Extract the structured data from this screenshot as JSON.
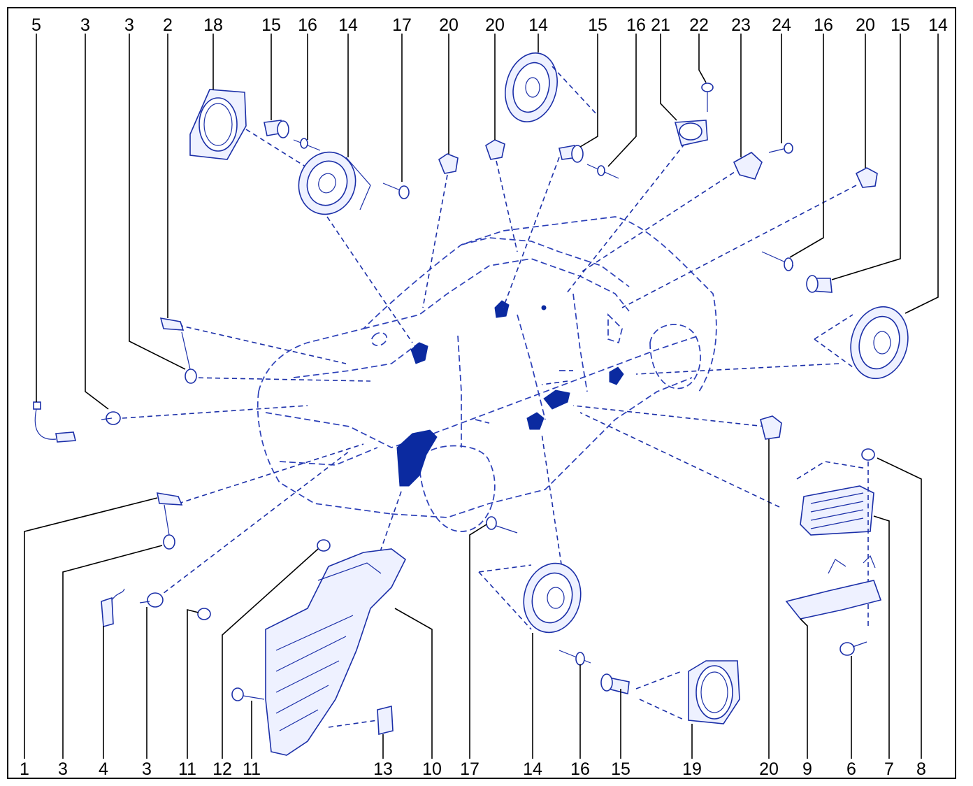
{
  "diagram": {
    "callouts_top": [
      "5",
      "3",
      "3",
      "2",
      "18",
      "15",
      "16",
      "14",
      "17",
      "20",
      "20",
      "14",
      "15",
      "16",
      "21",
      "22",
      "23",
      "24",
      "16",
      "20",
      "15",
      "14"
    ],
    "callouts_bottom": [
      "1",
      "3",
      "4",
      "3",
      "11",
      "12",
      "11",
      "13",
      "10",
      "17",
      "14",
      "16",
      "15",
      "19",
      "20",
      "9",
      "6",
      "7",
      "8"
    ],
    "colors": {
      "line": "#1b2fa8",
      "fill": "#0b2aa0",
      "text": "#000000"
    }
  }
}
